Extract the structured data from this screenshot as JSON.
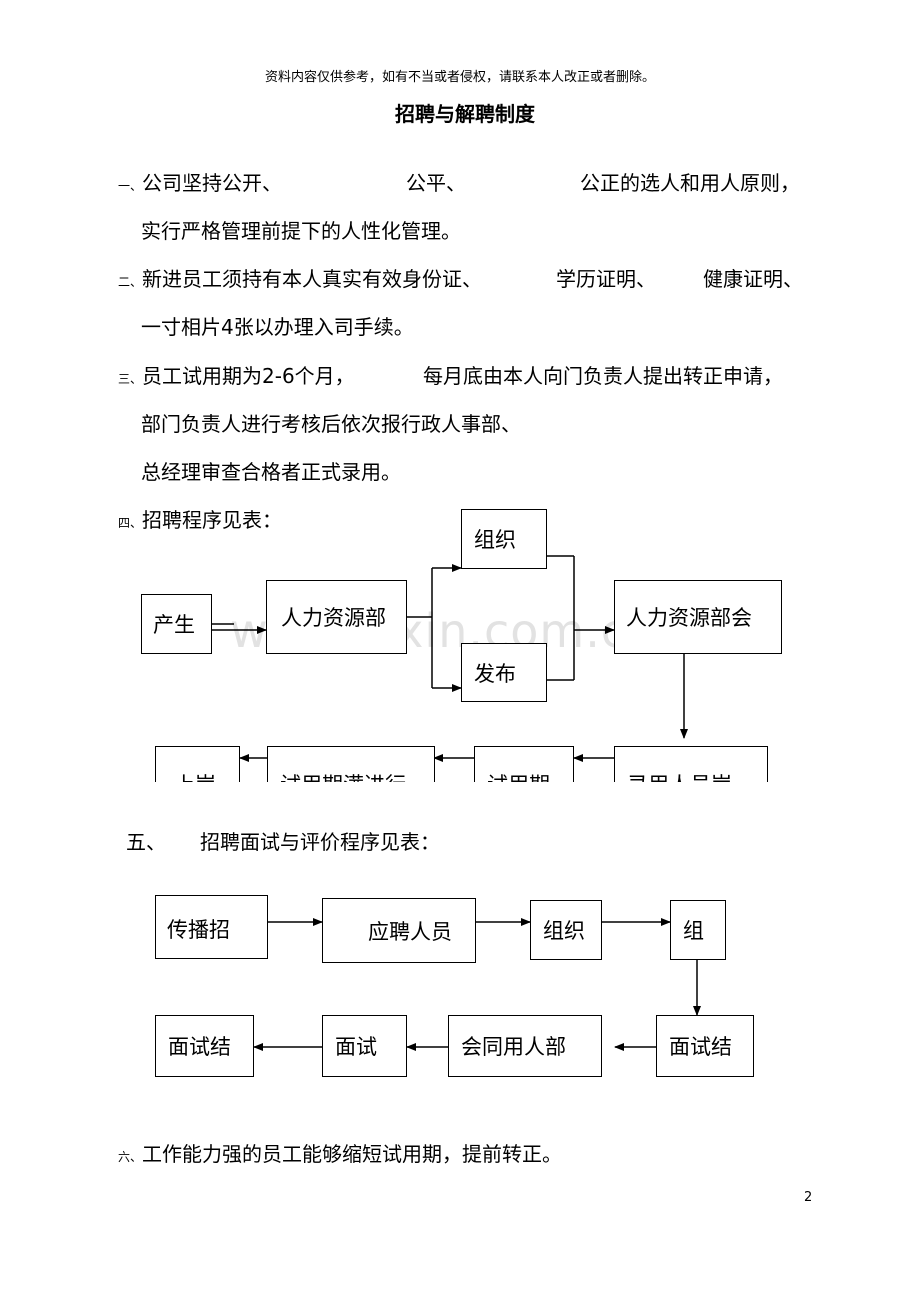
{
  "header_note": "资料内容仅供参考，如有不当或者侵权，请联系本人改正或者删除。",
  "title": "招聘与解聘制度",
  "items": {
    "1": {
      "num": "一、",
      "line1_a": "公司坚持公开、",
      "line1_b": "公平、",
      "line1_c": "公正的选人和用人原则，",
      "line2": "实行严格管理前提下的人性化管理。"
    },
    "2": {
      "num": "二、",
      "line1_a": "新进员工须持有本人真实有效身份证、",
      "line1_b": "学历证明、",
      "line1_c": "健康证明、",
      "line2": "一寸相片4张以办理入司手续。"
    },
    "3": {
      "num": "三、",
      "line1_a": "员工试用期为2-6个月，",
      "line1_b": "每月底由本人向门负责人提出转正申请，",
      "line2": "部门负责人进行考核后依次报行政人事部、",
      "line3": "总经理审查合格者正式录用。"
    },
    "4": {
      "num": "四、",
      "text": "招聘程序见表："
    },
    "5": {
      "num": "五、",
      "text": "招聘面试与评价程序见表："
    },
    "6": {
      "num": "六、",
      "text": "工作能力强的员工能够缩短试用期，提前转正。"
    }
  },
  "flow1": {
    "produce": "产生",
    "hr_dept": "人力资源部",
    "organize": "组织",
    "publish": "发布",
    "hr_meeting": "人力资源部会",
    "hire": "录用人员岗",
    "probation": "试用期",
    "probation_end": "试用期满进行",
    "onboard": "上岗"
  },
  "flow2": {
    "spread": "传播招",
    "applicants": "应聘人员",
    "organize": "组织",
    "group": "组",
    "result_right": "面试结",
    "dept_with": "会同用人部",
    "interview": "面试",
    "result_left": "面试结"
  },
  "watermark": "www.zixin.com.cn",
  "page_number": "2"
}
